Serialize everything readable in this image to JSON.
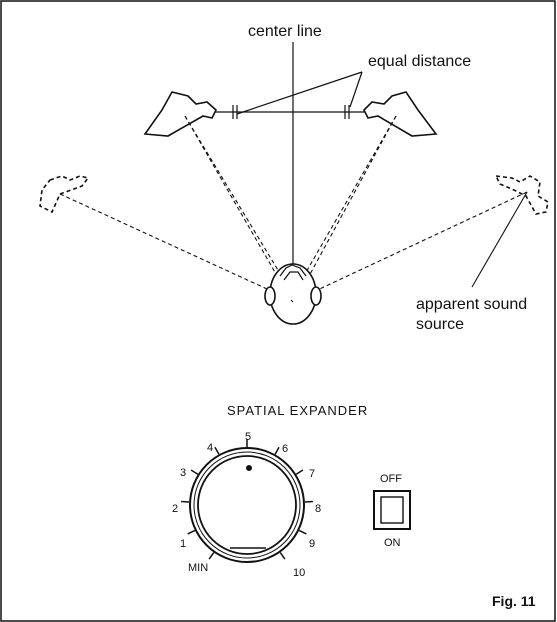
{
  "labels": {
    "center_line": "center line",
    "equal_distance": "equal distance",
    "apparent_line1": "apparent sound",
    "apparent_line2": "source",
    "panel_title": "SPATIAL EXPANDER",
    "switch_off": "OFF",
    "switch_on": "ON",
    "fig": "Fig. 11"
  },
  "dial": {
    "scale": [
      "MIN",
      "1",
      "2",
      "3",
      "4",
      "5",
      "6",
      "7",
      "8",
      "9",
      "10"
    ],
    "indicator_value": "5"
  },
  "colors": {
    "ink": "#111111",
    "background": "#ffffff"
  }
}
